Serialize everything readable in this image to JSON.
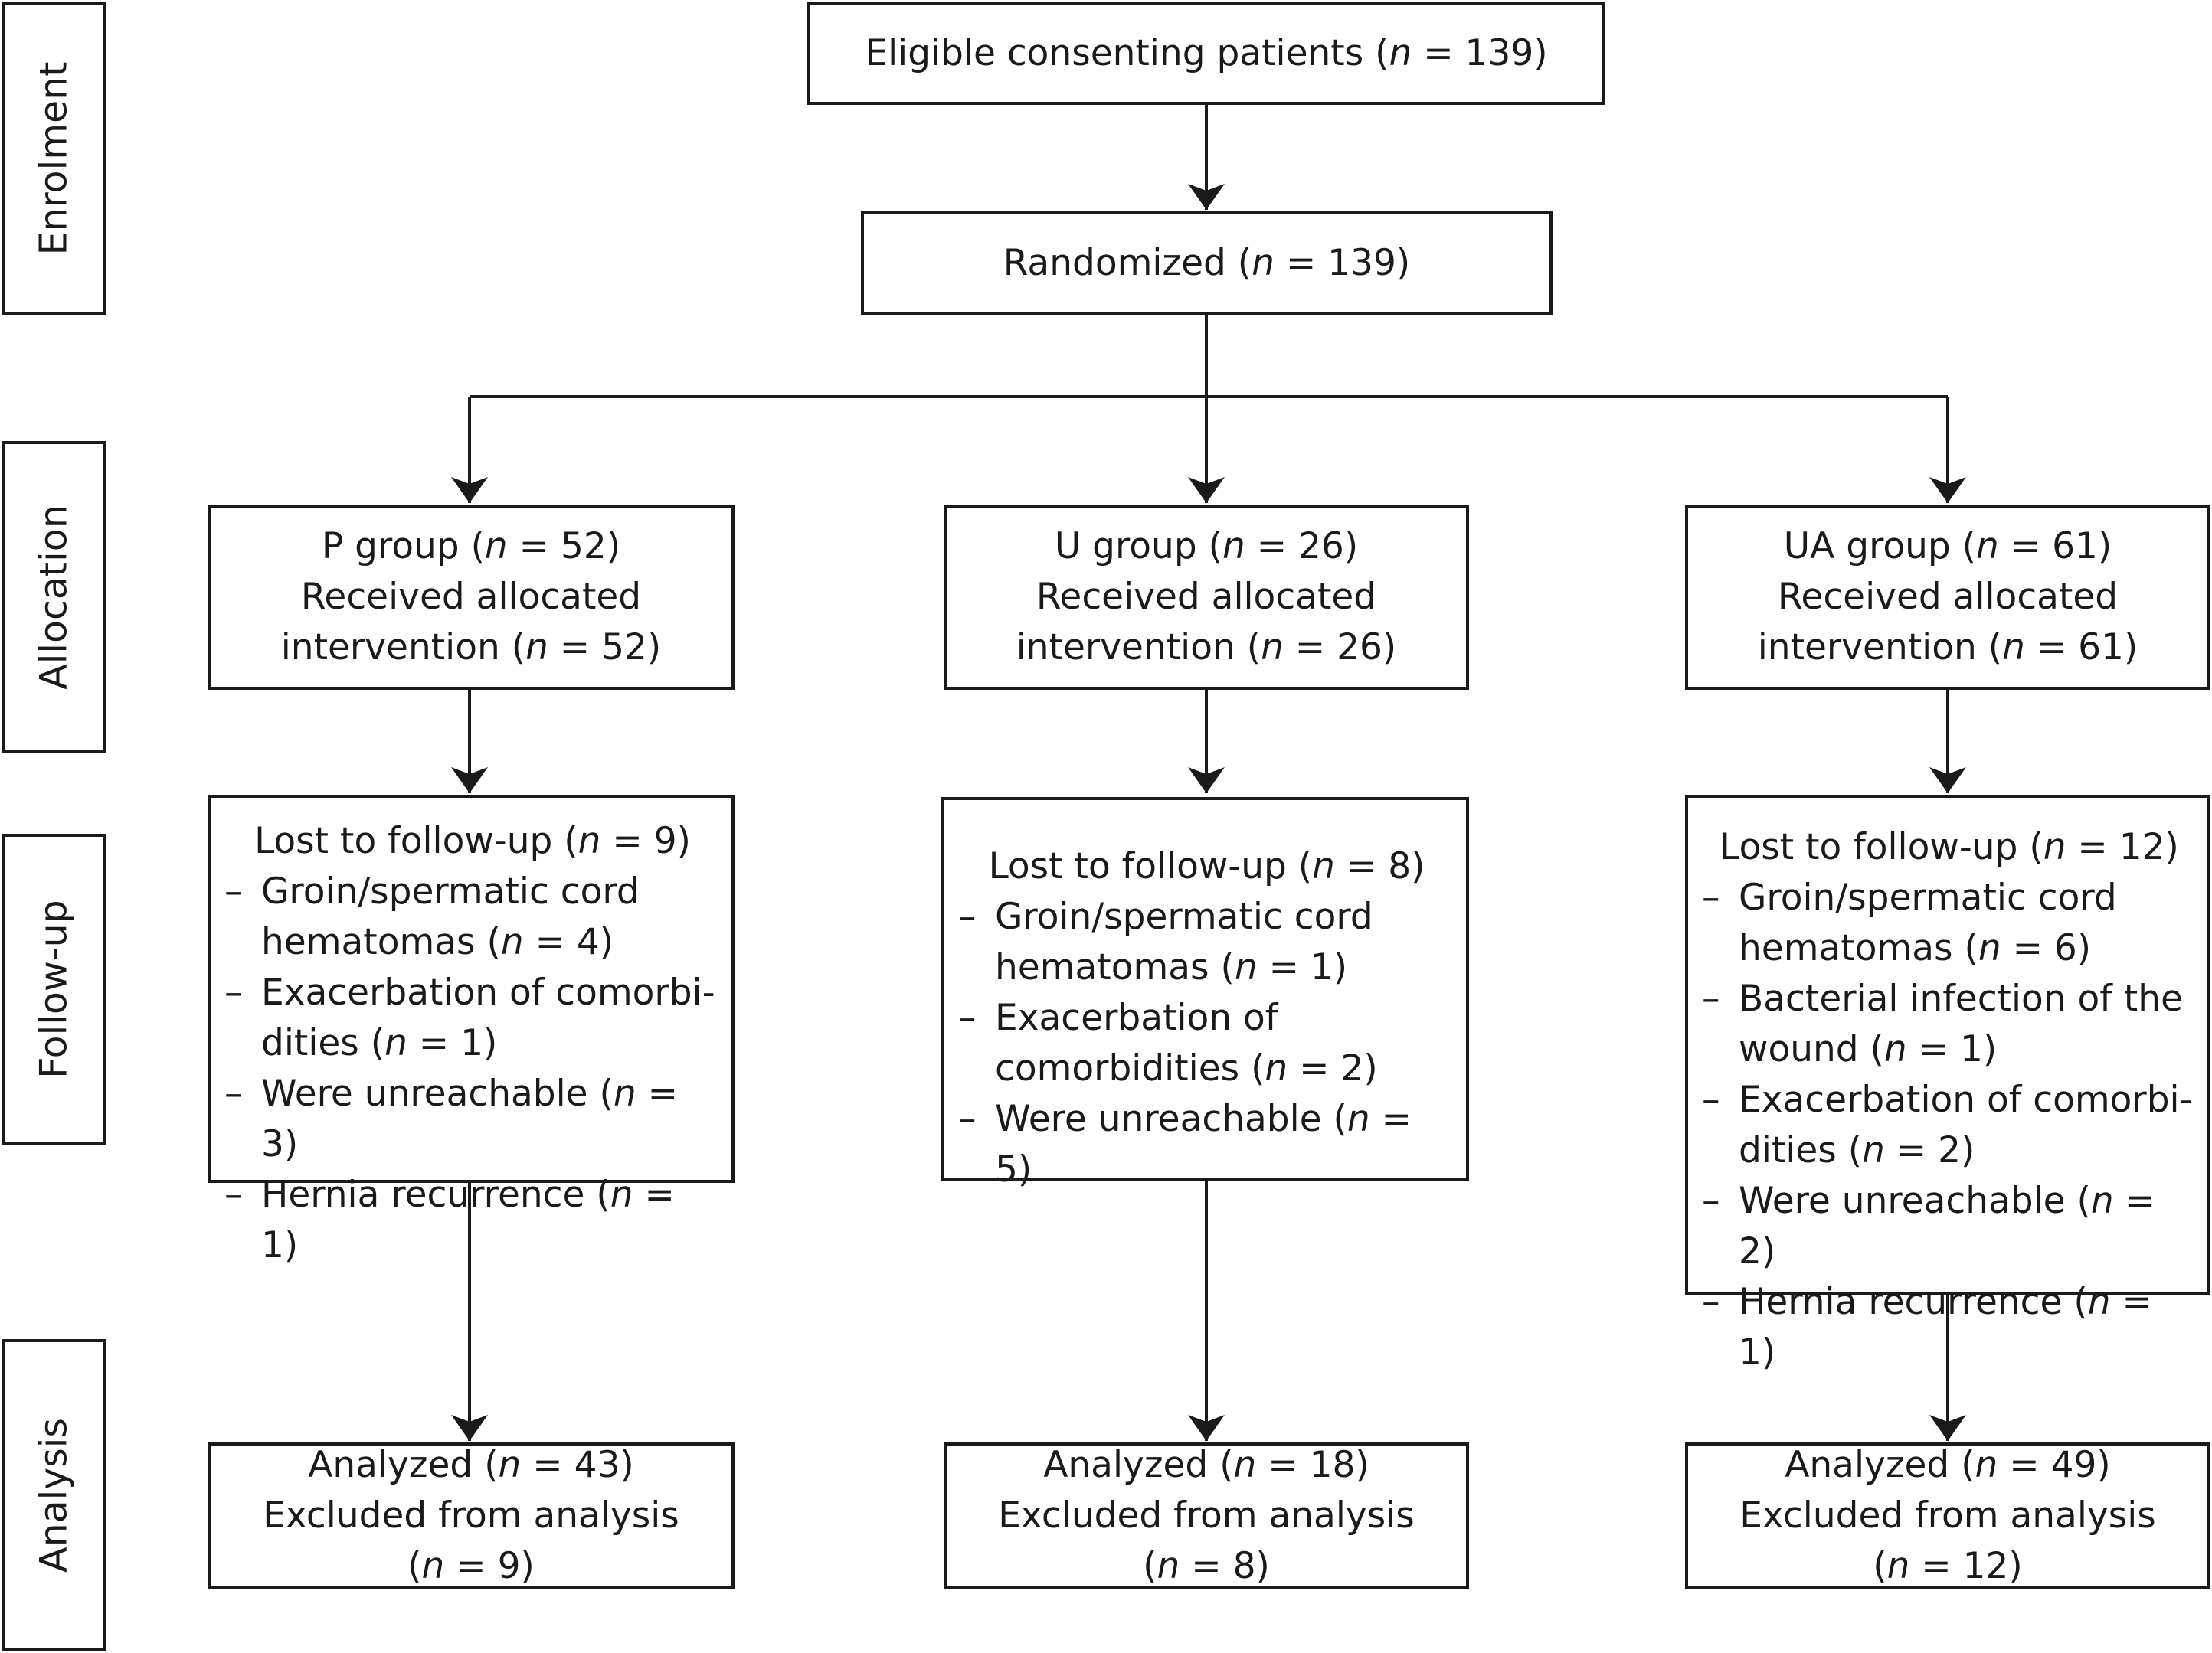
{
  "stages": {
    "enrolment": "Enrolment",
    "allocation": "Allocation",
    "follow_up": "Follow-up",
    "analysis": "Analysis"
  },
  "eligible": [
    [
      {
        "t": "Eligible consenting patients ("
      },
      {
        "t": "n",
        "i": 1
      },
      {
        "t": " = 139)"
      }
    ]
  ],
  "randomized": [
    [
      {
        "t": "Randomized ("
      },
      {
        "t": "n",
        "i": 1
      },
      {
        "t": " = 139)"
      }
    ]
  ],
  "p_group": {
    "allocation": [
      [
        {
          "t": "P group ("
        },
        {
          "t": "n",
          "i": 1
        },
        {
          "t": " = 52)"
        }
      ],
      [
        {
          "t": "Received allocated"
        }
      ],
      [
        {
          "t": "intervention ("
        },
        {
          "t": "n",
          "i": 1
        },
        {
          "t": " = 52)"
        }
      ]
    ],
    "follow_up": {
      "header": [
        [
          {
            "t": "Lost to follow-up ("
          },
          {
            "t": "n",
            "i": 1
          },
          {
            "t": " = 9)"
          }
        ]
      ],
      "items": [
        [
          [
            {
              "t": "Groin/spermatic cord"
            }
          ],
          [
            {
              "t": "hematomas ("
            },
            {
              "t": "n",
              "i": 1
            },
            {
              "t": " = 4)"
            }
          ]
        ],
        [
          [
            {
              "t": "Exacerbation of comorbi-"
            }
          ],
          [
            {
              "t": "dities ("
            },
            {
              "t": "n",
              "i": 1
            },
            {
              "t": " = 1)"
            }
          ]
        ],
        [
          [
            {
              "t": "Were unreachable ("
            },
            {
              "t": "n",
              "i": 1
            },
            {
              "t": " = 3)"
            }
          ]
        ],
        [
          [
            {
              "t": "Hernia recurrence ("
            },
            {
              "t": "n",
              "i": 1
            },
            {
              "t": " = 1)"
            }
          ]
        ]
      ]
    },
    "analysis": [
      [
        {
          "t": "Analyzed ("
        },
        {
          "t": "n",
          "i": 1
        },
        {
          "t": " = 43)"
        }
      ],
      [
        {
          "t": "Excluded from analysis"
        }
      ],
      [
        {
          "t": "("
        },
        {
          "t": "n",
          "i": 1
        },
        {
          "t": " = 9)"
        }
      ]
    ]
  },
  "u_group": {
    "allocation": [
      [
        {
          "t": "U group ("
        },
        {
          "t": "n",
          "i": 1
        },
        {
          "t": " = 26)"
        }
      ],
      [
        {
          "t": "Received allocated"
        }
      ],
      [
        {
          "t": "intervention ("
        },
        {
          "t": "n",
          "i": 1
        },
        {
          "t": " = 26)"
        }
      ]
    ],
    "follow_up": {
      "header": [
        [
          {
            "t": "Lost to follow-up ("
          },
          {
            "t": "n",
            "i": 1
          },
          {
            "t": " = 8)"
          }
        ]
      ],
      "items": [
        [
          [
            {
              "t": "Groin/spermatic cord"
            }
          ],
          [
            {
              "t": "hematomas ("
            },
            {
              "t": "n",
              "i": 1
            },
            {
              "t": " = 1)"
            }
          ]
        ],
        [
          [
            {
              "t": "Exacerbation of"
            }
          ],
          [
            {
              "t": "comorbidities ("
            },
            {
              "t": "n",
              "i": 1
            },
            {
              "t": " = 2)"
            }
          ]
        ],
        [
          [
            {
              "t": "Were unreachable ("
            },
            {
              "t": "n",
              "i": 1
            },
            {
              "t": " = 5)"
            }
          ]
        ]
      ]
    },
    "analysis": [
      [
        {
          "t": "Analyzed ("
        },
        {
          "t": "n",
          "i": 1
        },
        {
          "t": " = 18)"
        }
      ],
      [
        {
          "t": "Excluded from analysis"
        }
      ],
      [
        {
          "t": "("
        },
        {
          "t": "n",
          "i": 1
        },
        {
          "t": " = 8)"
        }
      ]
    ]
  },
  "ua_group": {
    "allocation": [
      [
        {
          "t": "UA group ("
        },
        {
          "t": "n",
          "i": 1
        },
        {
          "t": " = 61)"
        }
      ],
      [
        {
          "t": "Received allocated"
        }
      ],
      [
        {
          "t": "intervention ("
        },
        {
          "t": "n",
          "i": 1
        },
        {
          "t": " = 61)"
        }
      ]
    ],
    "follow_up": {
      "header": [
        [
          {
            "t": "Lost to follow-up ("
          },
          {
            "t": "n",
            "i": 1
          },
          {
            "t": " = 12)"
          }
        ]
      ],
      "items": [
        [
          [
            {
              "t": "Groin/spermatic cord"
            }
          ],
          [
            {
              "t": "hematomas ("
            },
            {
              "t": "n",
              "i": 1
            },
            {
              "t": " = 6)"
            }
          ]
        ],
        [
          [
            {
              "t": "Bacterial infection of the"
            }
          ],
          [
            {
              "t": "wound ("
            },
            {
              "t": "n",
              "i": 1
            },
            {
              "t": " = 1)"
            }
          ]
        ],
        [
          [
            {
              "t": "Exacerbation of comorbi-"
            }
          ],
          [
            {
              "t": "dities ("
            },
            {
              "t": "n",
              "i": 1
            },
            {
              "t": " = 2)"
            }
          ]
        ],
        [
          [
            {
              "t": "Were unreachable ("
            },
            {
              "t": "n",
              "i": 1
            },
            {
              "t": " = 2)"
            }
          ]
        ],
        [
          [
            {
              "t": "Hernia recurrence ("
            },
            {
              "t": "n",
              "i": 1
            },
            {
              "t": " = 1)"
            }
          ]
        ]
      ]
    },
    "analysis": [
      [
        {
          "t": "Analyzed ("
        },
        {
          "t": "n",
          "i": 1
        },
        {
          "t": " = 49)"
        }
      ],
      [
        {
          "t": "Excluded from analysis"
        }
      ],
      [
        {
          "t": "("
        },
        {
          "t": "n",
          "i": 1
        },
        {
          "t": " = 12)"
        }
      ]
    ]
  },
  "list_bullet": "–"
}
